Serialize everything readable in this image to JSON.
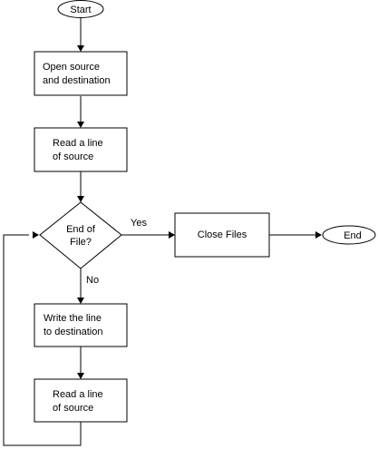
{
  "nodes": {
    "start": "Start",
    "open": [
      "Open source",
      "and destination"
    ],
    "read1": [
      "Read a line",
      "of source"
    ],
    "decision": [
      "End of",
      "File?"
    ],
    "close": "Close Files",
    "end": "End",
    "write": [
      "Write the line",
      "to destination"
    ],
    "read2": [
      "Read a line",
      "of source"
    ]
  },
  "edges": {
    "yes_label": "Yes",
    "no_label": "No"
  }
}
